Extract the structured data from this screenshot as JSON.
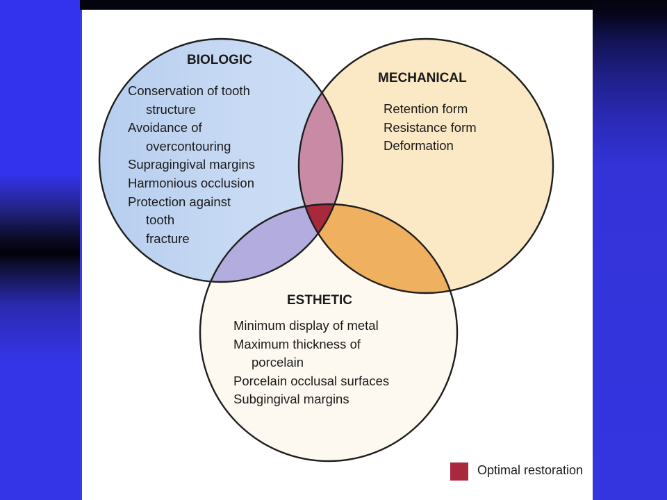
{
  "diagram": {
    "circles": {
      "biologic": {
        "title": "BIOLOGIC",
        "lines": [
          {
            "text": "Conservation of tooth",
            "indent": false
          },
          {
            "text": "structure",
            "indent": true
          },
          {
            "text": "Avoidance of",
            "indent": false
          },
          {
            "text": "overcontouring",
            "indent": true
          },
          {
            "text": "Supragingival margins",
            "indent": false
          },
          {
            "text": "Harmonious occlusion",
            "indent": false
          },
          {
            "text": "Protection against",
            "indent": false
          },
          {
            "text": "tooth",
            "indent": true
          },
          {
            "text": "fracture",
            "indent": true
          }
        ]
      },
      "mechanical": {
        "title": "MECHANICAL",
        "lines": [
          {
            "text": "Retention form",
            "indent": false
          },
          {
            "text": "Resistance form",
            "indent": false
          },
          {
            "text": "Deformation",
            "indent": false
          }
        ]
      },
      "esthetic": {
        "title": "ESTHETIC",
        "lines": [
          {
            "text": "Minimum display of metal",
            "indent": false
          },
          {
            "text": "Maximum thickness of",
            "indent": false
          },
          {
            "text": "porcelain",
            "indent": true
          },
          {
            "text": "Porcelain occlusal surfaces",
            "indent": false
          },
          {
            "text": "Subgingival margins",
            "indent": false
          }
        ]
      }
    },
    "legend": {
      "label": "Optimal restoration",
      "color": "#a8283c"
    },
    "colors": {
      "biologic_fill": "#c2d6f2",
      "mechanical_fill": "#fbe8c4",
      "esthetic_fill": "#fdf9f0",
      "biologic_mechanical_overlap": "#c98aa6",
      "biologic_esthetic_overlap": "#b3acdf",
      "mechanical_esthetic_overlap": "#efb05f",
      "center_overlap": "#a8283c",
      "outline": "#1e1e1e",
      "slide_background": "#3a3ae6"
    }
  }
}
